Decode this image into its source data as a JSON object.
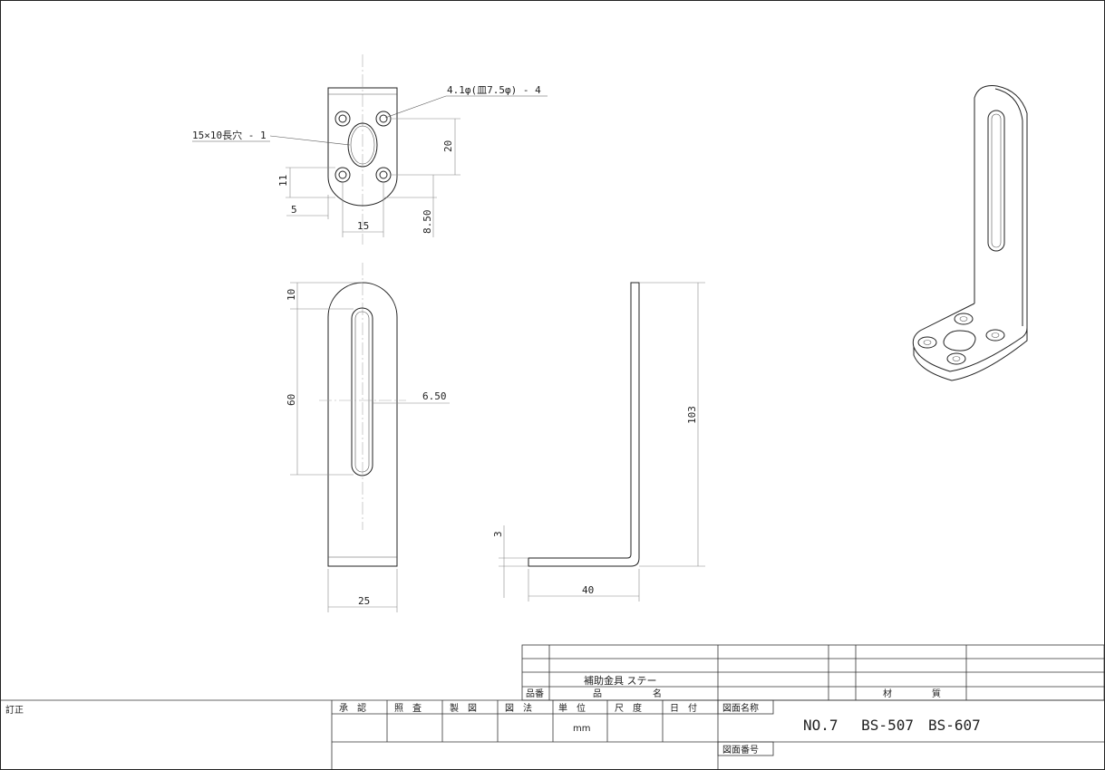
{
  "annotations": {
    "hole_note": "4.1φ(皿7.5φ) - 4",
    "slot_note": "15×10長穴 - 1"
  },
  "dimensions": {
    "top_20": "20",
    "top_11": "11",
    "top_5": "5",
    "top_15": "15",
    "top_850": "8.50",
    "front_10": "10",
    "front_60": "60",
    "front_650": "6.50",
    "front_25": "25",
    "side_103": "103",
    "side_3": "3",
    "side_40": "40"
  },
  "title_block": {
    "product_name": "補助金具 ステー",
    "hinban": "品番",
    "hin": "品",
    "mei": "名",
    "zai": "材",
    "shitsu": "質",
    "teisei": "訂正",
    "shonin": "承　認",
    "shosa": "照　査",
    "seizu": "製　図",
    "zuho": "図　法",
    "tani": "単　位",
    "shakudo": "尺　度",
    "hizuke": "日　付",
    "unit_value": "mm",
    "zumen_meisho": "図面名称",
    "zumen_bango": "図面番号",
    "drawing_title": "NO.7　 BS-507　BS-607"
  }
}
